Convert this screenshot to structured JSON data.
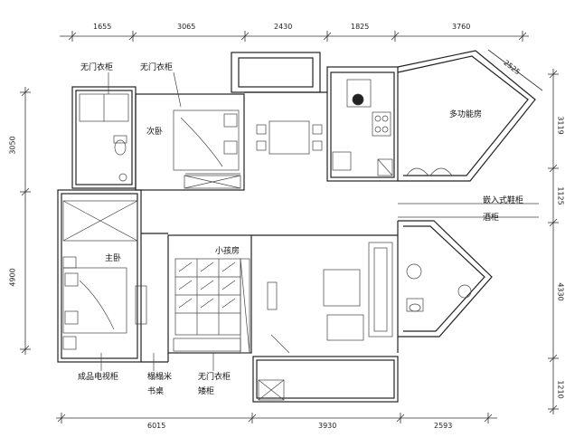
{
  "dimensions": {
    "top": [
      "1655",
      "3065",
      "2430",
      "1825",
      "3760"
    ],
    "top_diagonal": "2525",
    "bottom": [
      "6015",
      "3930",
      "2593"
    ],
    "left": [
      "3050",
      "4900"
    ],
    "right": [
      "3119",
      "1125",
      "4330",
      "1210"
    ]
  },
  "rooms": {
    "secondary_bedroom": "次卧",
    "master_bedroom": "主卧",
    "kids_room": "小孩房",
    "multi_function_room": "多功能房"
  },
  "annotations": {
    "doorless_wardrobe_1": "无门衣柜",
    "doorless_wardrobe_2": "无门衣柜",
    "embedded_shoe_cabinet": "嵌入式鞋柜",
    "wine_cabinet": "酒柜",
    "tv_cabinet": "成品电视柜",
    "tatami_label_1": "榻榻米",
    "tatami_label_2": "书桌",
    "doorless_wardrobe_3": "无门衣柜",
    "low_cabinet": "矮柜"
  }
}
